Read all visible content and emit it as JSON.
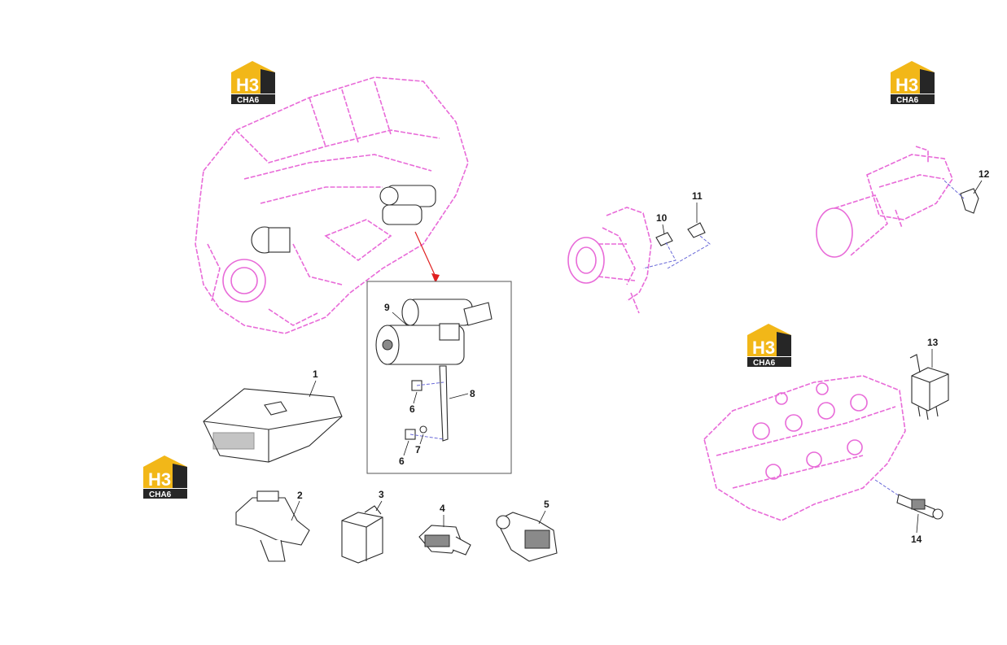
{
  "logo": {
    "letters": "H3",
    "caption": "CHA6",
    "accent": "#f2b718",
    "dark": "#262626"
  },
  "callouts": [
    "1",
    "2",
    "3",
    "4",
    "5",
    "6",
    "6",
    "7",
    "8",
    "9",
    "10",
    "11",
    "12",
    "13",
    "14"
  ],
  "colors": {
    "engine_outline": "#e86ad8",
    "parts_line": "#2a2a2a",
    "arrow": "#e02020",
    "wire": "#6a6ad8"
  }
}
